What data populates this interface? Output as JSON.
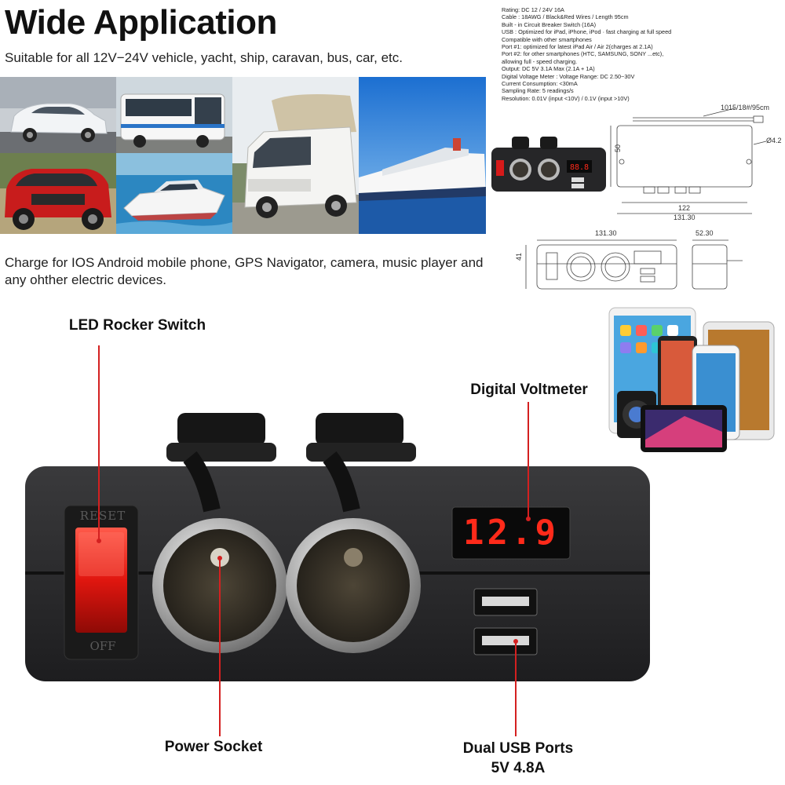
{
  "heading": {
    "title": "Wide Application",
    "subtitle": "Suitable for all 12V−24V vehicle, yacht, ship, caravan, bus, car, etc.",
    "charge_text": "Charge for IOS Android mobile phone, GPS Navigator, camera, music player and any ohther electric devices."
  },
  "photos": [
    {
      "name": "car-photo",
      "subject": "car"
    },
    {
      "name": "bus-photo",
      "subject": "bus"
    },
    {
      "name": "caravan-photo",
      "subject": "caravan"
    },
    {
      "name": "cruise-ship-photo",
      "subject": "ship"
    },
    {
      "name": "suv-photo",
      "subject": "suv"
    },
    {
      "name": "yacht-photo",
      "subject": "yacht"
    }
  ],
  "specs": [
    "Rating: DC 12 / 24V 16A",
    "Cable : 18AWG / Black&Red Wires / Length 95cm",
    "Built - in Circuit Breaker Switch (16A)",
    "USB : Optimized for iPad, iPhone, iPod  ·  fast charging at full speed",
    "     Compatible with other smartphones",
    "     Port #1: optimized for latest iPad Air / Air 2(charges at 2.1A)",
    "     Port #2: for other smartphones (HTC, SAMSUNG, SONY ...etc),",
    "allowing full - speed charging.",
    "     Output: DC 5V 3.1A Max (2.1A + 1A)",
    "Digital Voltage Meter :      Voltage Range: DC 2.50~30V",
    "     Current Consumption: <30mA",
    "     Sampling Rate: 5 readings/s",
    "     Resolution: 0.01V (input <10V) / 0.1V (input >10V)"
  ],
  "drawing": {
    "cable_label": "1015/18#/95cm",
    "hole_label": "Ø4.2",
    "height_top": "50",
    "width_inner": "122",
    "width_outer": "131.30",
    "front_width": "131.30",
    "front_height": "41",
    "side_depth": "52.30",
    "mini_display": "88.8"
  },
  "device": {
    "reset_label": "RESET",
    "off_label": "OFF",
    "voltage": "12.9"
  },
  "callouts": {
    "rocker": "LED Rocker Switch",
    "voltmeter": "Digital Voltmeter",
    "socket": "Power Socket",
    "usb_line1": "Dual USB Ports",
    "usb_line2": "5V 4.8A"
  },
  "colors": {
    "accent_red": "#d42020",
    "device_body": "#2a2a2c",
    "led_red": "#ff2a1a"
  }
}
